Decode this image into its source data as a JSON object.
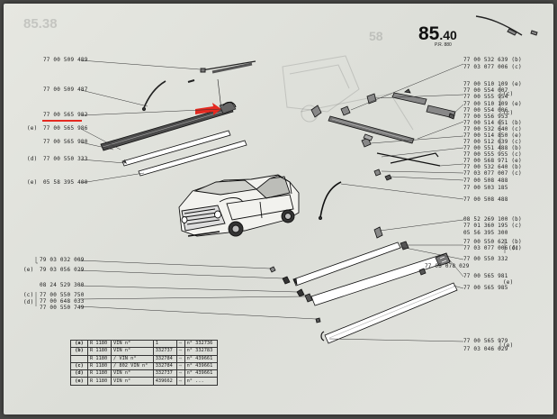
{
  "header": {
    "page_number": "85",
    "page_decimal": ".40",
    "sub": "P.R. 880",
    "ghost_left": "85.38",
    "ghost_mid": "58"
  },
  "left_refs": [
    {
      "text": "77 00 509 489"
    },
    {
      "text": "77 00 509 487"
    },
    {
      "text": "77 00 565 982"
    },
    {
      "text": "77 00 565 986"
    },
    {
      "text": "77 00 565 980"
    },
    {
      "text": "77 00 550 333"
    },
    {
      "text": "05 58 395 400"
    }
  ],
  "left_codes": [
    {
      "text": "(e)"
    },
    {
      "text": "(d)"
    },
    {
      "text": "(e)"
    }
  ],
  "right_refs": [
    {
      "text": "77 00 532 639 (b)"
    },
    {
      "text": "77 03 077 006 (c)"
    },
    {
      "text": "77 00 510 109 (e)"
    },
    {
      "text": "77 00 554 007"
    },
    {
      "text": "77 00 555 954"
    },
    {
      "text": "77 00 510 109 (e)"
    },
    {
      "text": "77 00 554 006"
    },
    {
      "text": "77 00 556 953"
    },
    {
      "text": "77 00 514 651 (b)"
    },
    {
      "text": "77 00 532 640 (c)"
    },
    {
      "text": "77 00 514 850 (e)"
    },
    {
      "text": "77 00 512 639 (c)"
    },
    {
      "text": "77 00 551 488 (b)"
    },
    {
      "text": "77 00 555 955 (c)"
    },
    {
      "text": "77 00 568 971 (e)"
    },
    {
      "text": "77 00 532 640 (b)"
    },
    {
      "text": "77 03 077 007 (c)"
    },
    {
      "text": "77 00 508 488"
    },
    {
      "text": "77 00 503 185"
    },
    {
      "text": "77 00 508 488"
    }
  ],
  "right_codes": [
    {
      "text": "(c)"
    },
    {
      "text": "(c)"
    }
  ],
  "right_lower_refs": [
    {
      "text": "08 52 269 100 (b)"
    },
    {
      "text": "77 01 360 195 (c)"
    },
    {
      "text": "05 56 395 300"
    },
    {
      "text": "77 00 550 621 (b)"
    },
    {
      "text": "77 03 077 006 (c)"
    },
    {
      "text": "77 00 550 332"
    },
    {
      "text": "77 00 565 981"
    },
    {
      "text": "77 00 565 985"
    },
    {
      "text": "77 00 565 979"
    },
    {
      "text": "77 03 046 029"
    }
  ],
  "right_lower_codes": [
    {
      "text": "(d)"
    },
    {
      "text": "(e)"
    },
    {
      "text": "(e)"
    }
  ],
  "left_lower_refs": [
    {
      "text": "79 03 032 009"
    },
    {
      "text": "79 03 056 029"
    },
    {
      "text": "08 24 529 300"
    },
    {
      "text": "77 00 550 750"
    },
    {
      "text": "77 00 648 033"
    },
    {
      "text": "77 00 550 749"
    }
  ],
  "left_lower_codes": [
    {
      "text": "(e)"
    },
    {
      "text": "(c)"
    },
    {
      "text": "(d)"
    }
  ],
  "mid_refs": [
    {
      "text": "77 03 078 029"
    }
  ],
  "table": [
    {
      "code": "(a)",
      "model": "R 1180",
      "vin": "VIN n°",
      "from": "1",
      "arrow": "⇨",
      "to": "n° 332736"
    },
    {
      "code": "(b)",
      "model": "R 1180",
      "vin": "VIN n°",
      "from": "332737",
      "arrow": "⇨",
      "to": "n° 332783"
    },
    {
      "code": "",
      "model": "R 1180",
      "vin": "/ VIN n°",
      "from": "332784",
      "arrow": "⇨",
      "to": "n° 439661"
    },
    {
      "code": "(c)",
      "model": "R 1180",
      "vin": "/ 802 VIN n°",
      "from": "332784",
      "arrow": "⇨",
      "to": "n° 439661"
    },
    {
      "code": "(d)",
      "model": "R 1180",
      "vin": "VIN n°",
      "from": "332737",
      "arrow": "⇨",
      "to": "n° 439661"
    },
    {
      "code": "(e)",
      "model": "R 1180",
      "vin": "VIN n°",
      "from": "439662",
      "arrow": "⇨",
      "to": "n° ..."
    }
  ],
  "colors": {
    "highlight": "#e52a21",
    "paper": "#e2e3de",
    "ink": "#1d1d1d"
  }
}
